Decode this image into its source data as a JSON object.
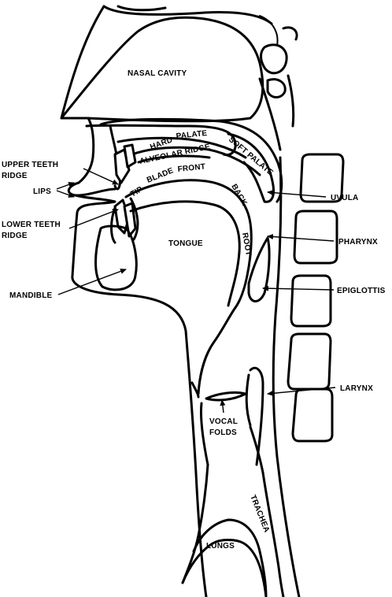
{
  "labels": {
    "nasal_cavity": "NASAL CAVITY",
    "hard_palate_hard": "HARD",
    "hard_palate_palate": "PALATE",
    "soft_palate": "SOFT PALATE",
    "alveolar_ridge": "ALVEOLAR RIDGE",
    "tip": "TIP",
    "blade": "BLADE",
    "front": "FRONT",
    "back": "BACK",
    "root": "ROOT",
    "tongue": "TONGUE",
    "upper_teeth_ridge_line1": "UPPER TEETH",
    "upper_teeth_ridge_line2": "RIDGE",
    "lips": "LIPS",
    "lower_teeth_ridge_line1": "LOWER TEETH",
    "lower_teeth_ridge_line2": "RIDGE",
    "mandible": "MANDIBLE",
    "uvula": "UVULA",
    "pharynx": "PHARYNX",
    "epiglottis": "EPIGLOTTIS",
    "larynx": "LARYNX",
    "vocal_folds_line1": "VOCAL",
    "vocal_folds_line2": "FOLDS",
    "trachea": "TRACHEA",
    "lungs": "LUNGS"
  }
}
